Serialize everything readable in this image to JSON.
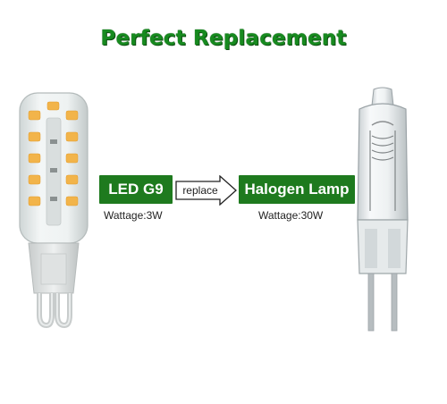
{
  "title": "Perfect Replacement",
  "led": {
    "label": "LED G9",
    "wattage": "Wattage:3W"
  },
  "halogen": {
    "label": "Halogen Lamp",
    "wattage": "Wattage:30W"
  },
  "arrow_label": "replace",
  "colors": {
    "title_green": "#178a1f",
    "badge_green": "#1e7a1e",
    "led_chip": "#f2b44a"
  }
}
